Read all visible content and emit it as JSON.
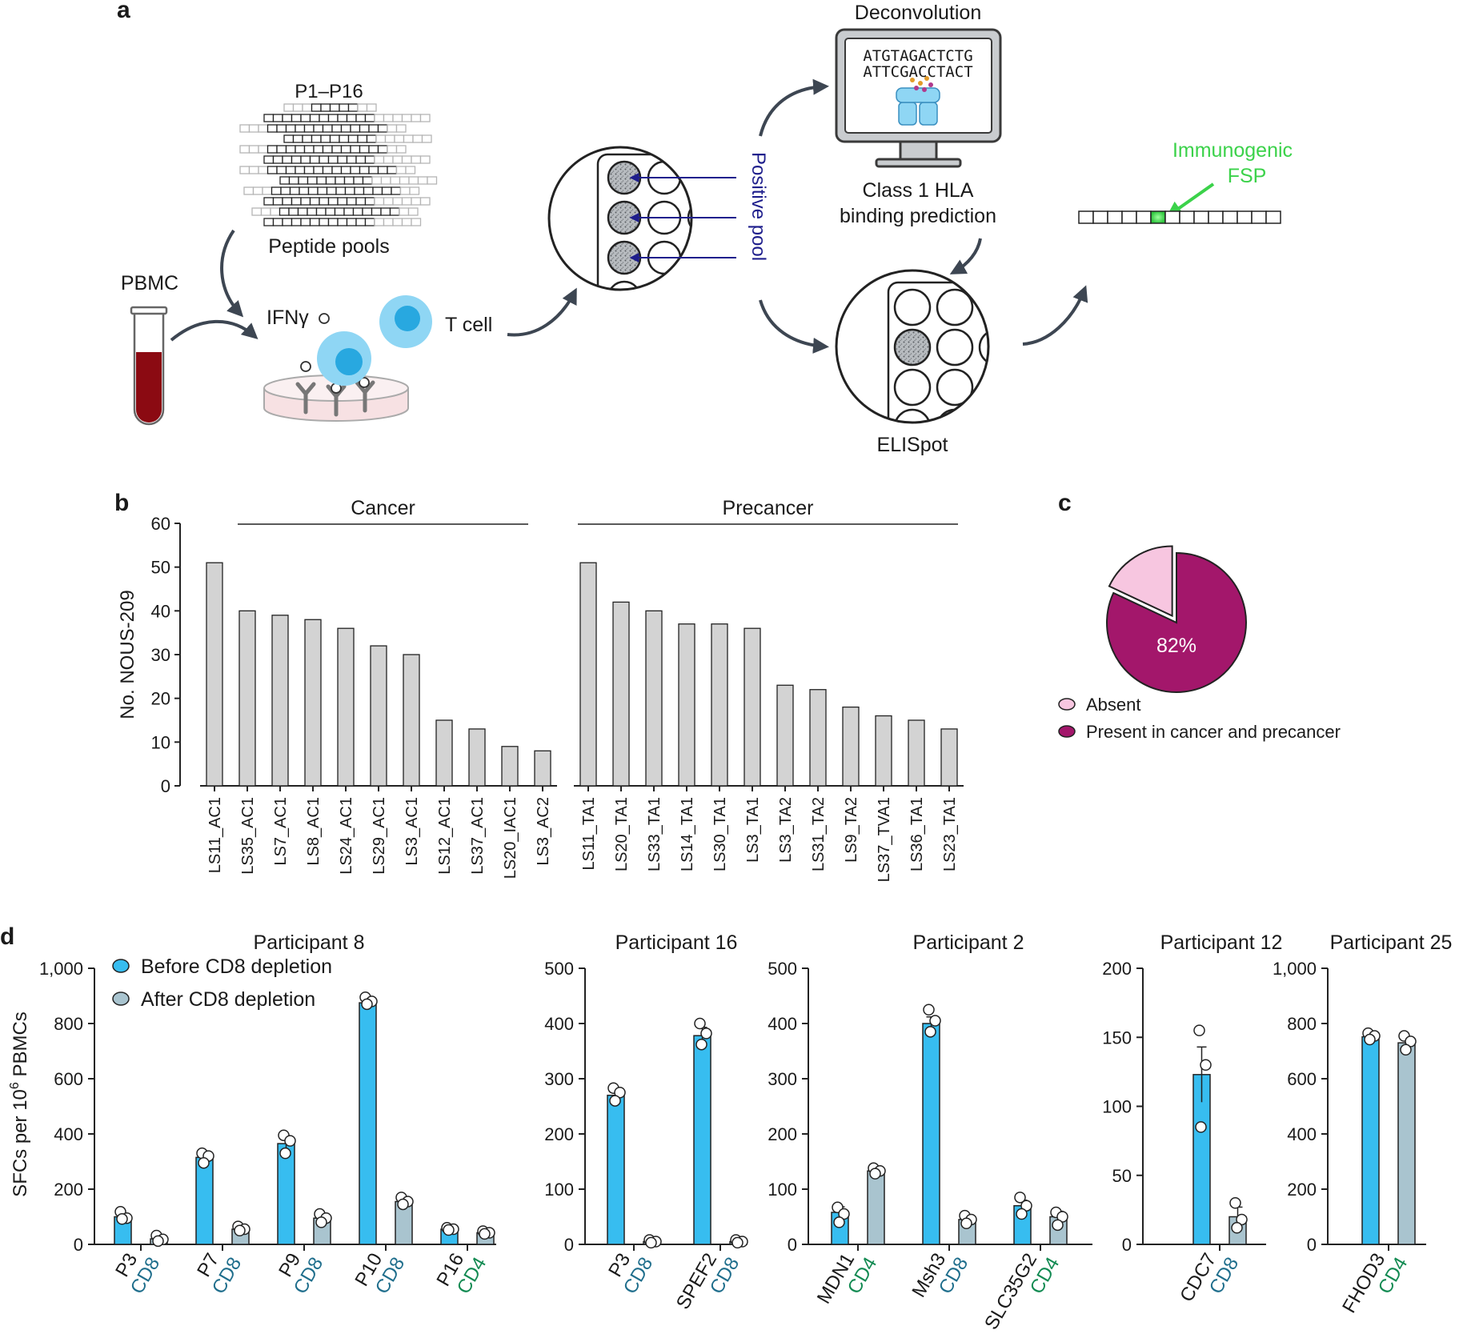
{
  "panel_letters": {
    "a": "a",
    "b": "b",
    "c": "c",
    "d": "d"
  },
  "colors": {
    "before": "#37bdf0",
    "after": "#a9c4cf",
    "gray_bar": "#d3d3d3",
    "pie_present": "#a3176b",
    "pie_absent": "#f7c6e0",
    "cd8": "#1f6e8c",
    "cd4": "#128a52",
    "immunogenic": "#3bd24a",
    "arrow": "#3d4652",
    "positive_pool": "#1e1e8c"
  },
  "panel_a": {
    "pools_label": "P1–P16",
    "peptide_pools": "Peptide pools",
    "pbmc": "PBMC",
    "ifng": "IFNγ",
    "tcell": "T cell",
    "positive_pool": "Positive pool",
    "deconvolution": "Deconvolution",
    "seq1": "ATGTAGACTCTG",
    "seq2": "ATTCGACCTACT",
    "hla_line1": "Class 1 HLA",
    "hla_line2": "binding prediction",
    "elispot": "ELISpot",
    "immuno_line1": "Immunogenic",
    "immuno_line2": "FSP",
    "icons": [
      "blood-tube-icon",
      "t-cell-icon",
      "antibody-icon",
      "well-plate-icon",
      "computer-monitor-icon",
      "peptide-chain-icon"
    ]
  },
  "chart_data": [
    {
      "id": "b",
      "type": "bar",
      "ylabel": "No. NOUS-209",
      "ylim": [
        0,
        60
      ],
      "yticks": [
        0,
        10,
        20,
        30,
        40,
        50,
        60
      ],
      "groups": [
        {
          "name": "Cancer",
          "categories": [
            "LS11_AC1",
            "LS35_AC1",
            "LS7_AC1",
            "LS8_AC1",
            "LS24_AC1",
            "LS29_AC1",
            "LS3_AC1",
            "LS12_AC1",
            "LS37_AC1",
            "LS20_IAC1",
            "LS3_AC2"
          ],
          "values": [
            51,
            40,
            39,
            38,
            36,
            32,
            30,
            15,
            13,
            9,
            8
          ]
        },
        {
          "name": "Precancer",
          "categories": [
            "LS11_TA1",
            "LS20_TA1",
            "LS33_TA1",
            "LS14_TA1",
            "LS30_TA1",
            "LS3_TA1",
            "LS3_TA2",
            "LS31_TA2",
            "LS9_TA2",
            "LS37_TVA1",
            "LS36_TA1",
            "LS23_TA1"
          ],
          "values": [
            51,
            42,
            40,
            37,
            37,
            36,
            23,
            22,
            18,
            16,
            15,
            13
          ]
        }
      ]
    },
    {
      "id": "c",
      "type": "pie",
      "slices": [
        {
          "name": "Present in cancer and precancer",
          "value": 82
        },
        {
          "name": "Absent",
          "value": 18
        }
      ],
      "center_label": "82%",
      "legend": [
        "Absent",
        "Present in cancer and precancer"
      ],
      "legend_position": "bottom"
    },
    {
      "id": "d",
      "type": "bar",
      "ylabel_pre": "SFCs per 10",
      "ylabel_sup": "6",
      "ylabel_post": " PBMCs",
      "series": [
        {
          "name": "Before CD8 depletion"
        },
        {
          "name": "After CD8 depletion"
        }
      ],
      "legend_position": "top-left",
      "panels": [
        {
          "title": "Participant 8",
          "ylim": [
            0,
            1000
          ],
          "yticks": [
            "0",
            "200",
            "400",
            "600",
            "800",
            "1,000"
          ],
          "ytick_values": [
            0,
            200,
            400,
            600,
            800,
            1000
          ],
          "categories": [
            {
              "label": "P3",
              "sub": "CD8",
              "before": 100,
              "after": 20,
              "before_err": 12,
              "after_err": 6,
              "before_pts": [
                118,
                95,
                92
              ],
              "after_pts": [
                32,
                18,
                12
              ]
            },
            {
              "label": "P7",
              "sub": "CD8",
              "before": 315,
              "after": 55,
              "before_err": 15,
              "after_err": 6,
              "before_pts": [
                330,
                320,
                295
              ],
              "after_pts": [
                65,
                55,
                50
              ]
            },
            {
              "label": "P9",
              "sub": "CD8",
              "before": 365,
              "after": 95,
              "before_err": 25,
              "after_err": 10,
              "before_pts": [
                395,
                375,
                330
              ],
              "after_pts": [
                110,
                95,
                80
              ]
            },
            {
              "label": "P10",
              "sub": "CD8",
              "before": 875,
              "after": 155,
              "before_err": 10,
              "after_err": 12,
              "before_pts": [
                895,
                880,
                870
              ],
              "after_pts": [
                170,
                155,
                145
              ]
            },
            {
              "label": "P16",
              "sub": "CD4",
              "before": 55,
              "after": 42,
              "before_err": 5,
              "after_err": 5,
              "before_pts": [
                60,
                55,
                52
              ],
              "after_pts": [
                48,
                42,
                38
              ]
            }
          ]
        },
        {
          "title": "Participant 16",
          "ylim": [
            0,
            500
          ],
          "yticks": [
            "0",
            "100",
            "200",
            "300",
            "400",
            "500"
          ],
          "ytick_values": [
            0,
            100,
            200,
            300,
            400,
            500
          ],
          "categories": [
            {
              "label": "P3",
              "sub": "CD8",
              "before": 270,
              "after": 5,
              "before_err": 8,
              "after_err": 2,
              "before_pts": [
                283,
                275,
                260
              ],
              "after_pts": [
                8,
                5,
                3
              ]
            },
            {
              "label": "SPEF2",
              "sub": "CD8",
              "before": 378,
              "after": 5,
              "before_err": 15,
              "after_err": 2,
              "before_pts": [
                400,
                382,
                362
              ],
              "after_pts": [
                8,
                5,
                3
              ]
            }
          ]
        },
        {
          "title": "Participant 2",
          "ylim": [
            0,
            500
          ],
          "yticks": [
            "0",
            "100",
            "200",
            "300",
            "400",
            "500"
          ],
          "ytick_values": [
            0,
            100,
            200,
            300,
            400,
            500
          ],
          "categories": [
            {
              "label": "MDN1",
              "sub": "CD4",
              "before": 58,
              "after": 133,
              "before_err": 10,
              "after_err": 5,
              "before_pts": [
                67,
                55,
                40
              ],
              "after_pts": [
                138,
                133,
                128
              ]
            },
            {
              "label": "Msh3",
              "sub": "CD8",
              "before": 400,
              "after": 45,
              "before_err": 12,
              "after_err": 6,
              "before_pts": [
                425,
                405,
                385
              ],
              "after_pts": [
                52,
                45,
                38
              ]
            },
            {
              "label": "SLC35G2",
              "sub": "CD4",
              "before": 70,
              "after": 50,
              "before_err": 10,
              "after_err": 10,
              "before_pts": [
                85,
                70,
                55
              ],
              "after_pts": [
                58,
                50,
                35
              ]
            }
          ]
        },
        {
          "title": "Participant 12",
          "ylim": [
            0,
            200
          ],
          "yticks": [
            "0",
            "50",
            "100",
            "150",
            "200"
          ],
          "ytick_values": [
            0,
            50,
            100,
            150,
            200
          ],
          "categories": [
            {
              "label": "CDC7",
              "sub": "CD8",
              "before": 123,
              "after": 20,
              "before_err": 20,
              "after_err": 7,
              "before_pts": [
                155,
                130,
                85
              ],
              "after_pts": [
                30,
                18,
                12
              ]
            }
          ]
        },
        {
          "title": "Participant 25",
          "ylim": [
            0,
            1000
          ],
          "yticks": [
            "0",
            "200",
            "400",
            "600",
            "800",
            "1,000"
          ],
          "ytick_values": [
            0,
            200,
            400,
            600,
            800,
            1000
          ],
          "categories": [
            {
              "label": "FHOD3",
              "sub": "CD4",
              "before": 752,
              "after": 730,
              "before_err": 8,
              "after_err": 18,
              "before_pts": [
                765,
                755,
                742
              ],
              "after_pts": [
                755,
                735,
                705
              ]
            }
          ]
        }
      ]
    }
  ]
}
